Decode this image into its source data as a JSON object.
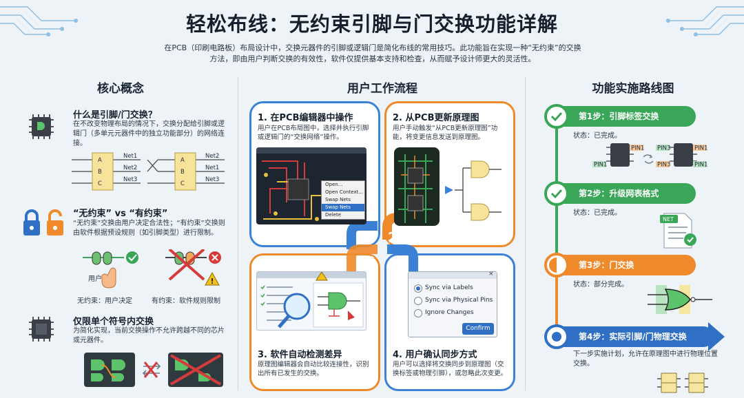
{
  "header": {
    "title": "轻松布线：无约束引脚与门交换功能详解",
    "intro": "在PCB（印刷电路板）布局设计中，交换元器件的引脚或逻辑门是简化布线的常用技巧。此功能旨在实现一种“无约束”的交换方法，即由用户判断交换的有效性，软件仅提供基本支持和检查，从而赋予设计师更大的灵活性。"
  },
  "left": {
    "heading": "核心概念",
    "c1": {
      "title": "什么是引脚/门交换？",
      "text": "在不改变物理布局的情况下，交换分配给引脚或逻辑门（多单元元器件中的独立功能部分）的网络连接。",
      "nets_before": [
        "Net1",
        "Net2",
        "Net3"
      ],
      "nets_after": [
        "Net2",
        "Net1",
        "Net3"
      ],
      "pins": [
        "A",
        "B",
        "C"
      ]
    },
    "c2": {
      "title": "“无约束” vs “有约束”",
      "text": "“无约束”交换由用户决定合法性；“有约束”交换则由软件根据预设规则（如引脚类型）进行限制。",
      "user_label": "用户",
      "cap_left": "无约束：用户决定",
      "cap_right": "有约束：软件规则限制"
    },
    "c3": {
      "title": "仅限单个符号内交换",
      "text": "为简化实现，当前交换操作不允许跨越不同的芯片或元器件。"
    }
  },
  "middle": {
    "heading": "用户工作流程",
    "s1": {
      "num": "1",
      "title": "1. 在PCB编辑器中操作",
      "text": "用户在PCB布局图中，选择并执行引脚或逻辑门的“交换网络”操作。",
      "menu": [
        "Open...",
        "Open Context...",
        "Swap Nets",
        "Swap Nets",
        "Delete"
      ]
    },
    "s2": {
      "num": "2",
      "title": "2. 从PCB更新原理图",
      "text": "用户手动触发“从PCB更新原理图”功能，将变更信息发送到原理图。"
    },
    "s3": {
      "num": "3",
      "title": "3. 软件自动检测差异",
      "text": "原理图编辑器会自动比较连接性，识别出所有已发生的交换。"
    },
    "s4": {
      "num": "4",
      "title": "4. 用户确认同步方式",
      "text": "用户可以选择将交换同步到原理图（交换标签或物理引脚），或忽略此次变更。",
      "options": [
        "Sync via Labels",
        "Sync via Physical Pins",
        "Ignore Changes"
      ],
      "confirm": "Confirm"
    }
  },
  "right": {
    "heading": "功能实施路线图",
    "steps": [
      {
        "label": "第1步：引脚标签交换",
        "status": "状态：已完成。"
      },
      {
        "label": "第2步：升级网表格式",
        "status": "状态：已完成。"
      },
      {
        "label": "第3步：门交换",
        "status": "状态：部分完成。"
      },
      {
        "label": "第4步：实际引脚/门物理交换",
        "status": "下一步实施计划，允许在原理图中进行物理位置交换。"
      }
    ],
    "pin_labels": [
      "PIN1",
      "PIN3",
      "PIN1",
      "PIN3",
      "PIN1",
      "PIN1"
    ],
    "net_file": "NET",
    "colors": {
      "green": "#3aa657",
      "orange": "#ef8a2c",
      "blue": "#2f6fc4"
    }
  }
}
